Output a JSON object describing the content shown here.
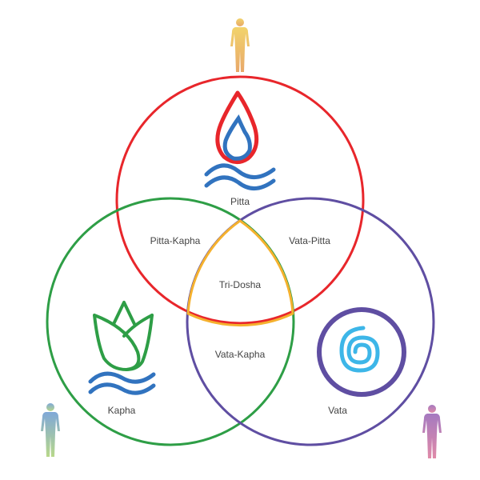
{
  "labels": {
    "pitta": "Pitta",
    "pitta_kapha": "Pitta-Kapha",
    "vata_pitta": "Vata-Pitta",
    "tri_dosha": "Tri-Dosha",
    "vata_kapha": "Vata-Kapha",
    "kapha": "Kapha",
    "vata": "Vata"
  },
  "colors": {
    "pitta": "#e8262b",
    "kapha": "#2e9e46",
    "vata": "#5f4ea2",
    "tri_dosha": "#f5b12e",
    "water": "#3173bf",
    "air": "#3db6e8"
  },
  "icons": [
    "human-figure-yellow",
    "flame-icon",
    "drop-icon",
    "waves-icon",
    "lotus-icon",
    "spiral-icon",
    "human-figure-blue-green",
    "human-figure-purple"
  ]
}
